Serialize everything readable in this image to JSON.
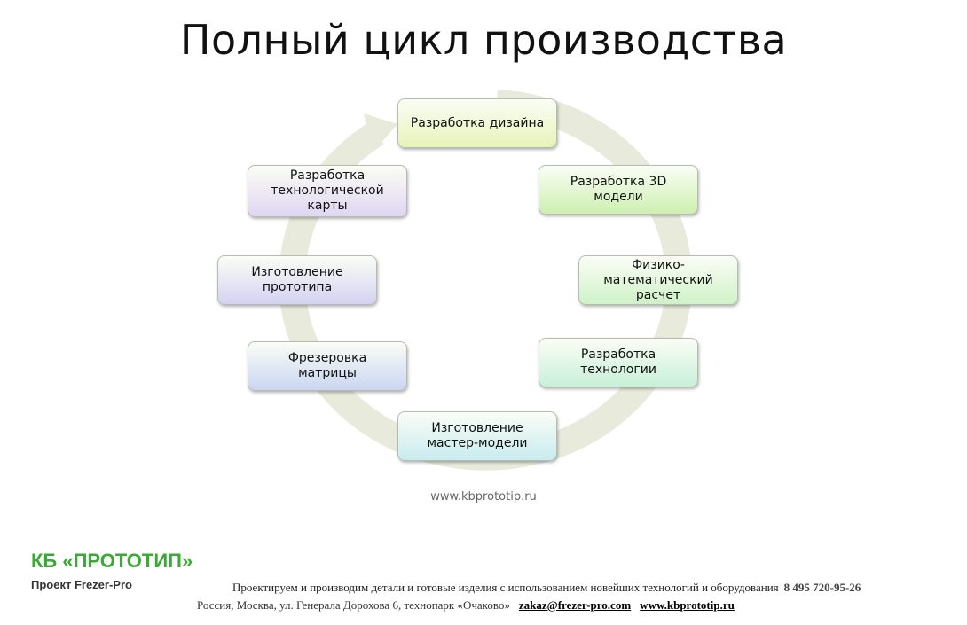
{
  "title": "Полный цикл производства",
  "steps": [
    {
      "label": "Разработка дизайна",
      "color": "#e6f4b8"
    },
    {
      "label": "Разработка 3D модели",
      "color": "#cdf0b0"
    },
    {
      "label": "Физико-математический расчет",
      "color": "#cff2c8"
    },
    {
      "label": "Разработка технологии",
      "color": "#c8f0d8"
    },
    {
      "label": "Изготовление мастер-модели",
      "color": "#c8ecf0"
    },
    {
      "label": "Фрезеровка матрицы",
      "color": "#cad6f2"
    },
    {
      "label": "Изготовление прототипа",
      "color": "#d4d2f2"
    },
    {
      "label": "Разработка технологической карты",
      "color": "#e0d6f2"
    }
  ],
  "website_caption": "www.kbprototip.ru",
  "footer": {
    "logo": "КБ «ПРОТОТИП»",
    "project": "Проект Frezer-Pro",
    "tagline": "Проектируем и производим детали и готовые изделия с использованием новейших технологий  и оборудования",
    "phone": "8 495 720-95-26",
    "address": "Россия, Москва, ул. Генерала Дорохова 6, технопарк «Очаково»",
    "email": "zakaz@frezer-pro.com",
    "site": "www.kbprototip.ru"
  }
}
